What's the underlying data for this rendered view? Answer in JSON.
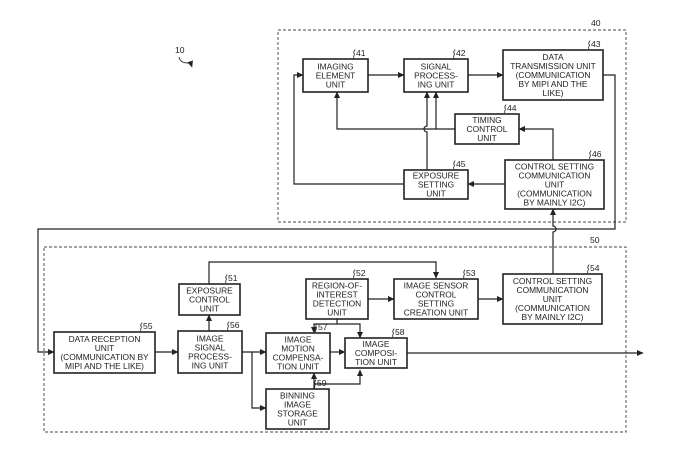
{
  "figure_ref": "10",
  "blocks": {
    "b40": {
      "ref": "40"
    },
    "b50": {
      "ref": "50"
    }
  },
  "units": {
    "u41": {
      "ref": "41",
      "lines": [
        "IMAGING",
        "ELEMENT",
        "UNIT"
      ]
    },
    "u42": {
      "ref": "42",
      "lines": [
        "SIGNAL",
        "PROCESS-",
        "ING UNIT"
      ]
    },
    "u43": {
      "ref": "43",
      "lines": [
        "DATA",
        "TRANSMISSION UNIT",
        "(COMMUNICATION",
        "BY MIPI AND THE",
        "LIKE)"
      ]
    },
    "u44": {
      "ref": "44",
      "lines": [
        "TIMING",
        "CONTROL",
        "UNIT"
      ]
    },
    "u45": {
      "ref": "45",
      "lines": [
        "EXPOSURE",
        "SETTING",
        "UNIT"
      ]
    },
    "u46": {
      "ref": "46",
      "lines": [
        "CONTROL SETTING",
        "COMMUNICATION",
        "UNIT",
        "(COMMUNICATION",
        "BY MAINLY I2C)"
      ]
    },
    "u51": {
      "ref": "51",
      "lines": [
        "EXPOSURE",
        "CONTROL",
        "UNIT"
      ]
    },
    "u52": {
      "ref": "52",
      "lines": [
        "REGION-OF-",
        "INTEREST",
        "DETECTION",
        "UNIT"
      ]
    },
    "u53": {
      "ref": "53",
      "lines": [
        "IMAGE SENSOR",
        "CONTROL",
        "SETTING",
        "CREATION UNIT"
      ]
    },
    "u54": {
      "ref": "54",
      "lines": [
        "CONTROL SETTING",
        "COMMUNICATION",
        "UNIT",
        "(COMMUNICATION",
        "BY MAINLY I2C)"
      ]
    },
    "u55": {
      "ref": "55",
      "lines": [
        "DATA RECEPTION",
        "UNIT",
        "(COMMUNICATION BY",
        "MIPI AND THE LIKE)"
      ]
    },
    "u56": {
      "ref": "56",
      "lines": [
        "IMAGE",
        "SIGNAL",
        "PROCESS-",
        "ING UNIT"
      ]
    },
    "u57": {
      "ref": "57",
      "lines": [
        "IMAGE",
        "MOTION",
        "COMPENSA-",
        "TION UNIT"
      ]
    },
    "u58": {
      "ref": "58",
      "lines": [
        "IMAGE",
        "COMPOSI-",
        "TION UNIT"
      ]
    },
    "u59": {
      "ref": "59",
      "lines": [
        "BINNING",
        "IMAGE",
        "STORAGE",
        "UNIT"
      ]
    }
  }
}
